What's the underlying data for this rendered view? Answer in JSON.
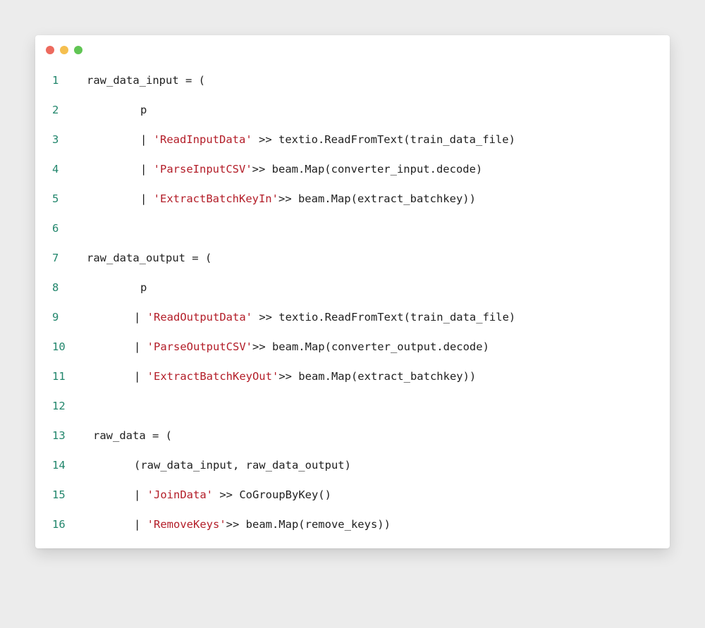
{
  "window": {
    "controls": {
      "close_color": "#ed6a5e",
      "minimize_color": "#f5bf4f",
      "maximize_color": "#61c554"
    }
  },
  "theme": {
    "line_number_color": "#22866c",
    "string_color": "#b31d28",
    "text_color": "#1f1f1f"
  },
  "code": {
    "lines": [
      {
        "number": "1",
        "pre": "raw_data_input = (",
        "str": "",
        "post": ""
      },
      {
        "number": "2",
        "pre": "p",
        "str": "",
        "post": ""
      },
      {
        "number": "3",
        "pre": "| ",
        "str": "'ReadInputData'",
        "post": " >> textio.ReadFromText(train_data_file)"
      },
      {
        "number": "4",
        "pre": "| ",
        "str": "'ParseInputCSV'",
        "post": ">> beam.Map(converter_input.decode)"
      },
      {
        "number": "5",
        "pre": "| ",
        "str": "'ExtractBatchKeyIn'",
        "post": ">> beam.Map(extract_batchkey))"
      },
      {
        "number": "6",
        "pre": "",
        "str": "",
        "post": ""
      },
      {
        "number": "7",
        "pre": "raw_data_output = (",
        "str": "",
        "post": ""
      },
      {
        "number": "8",
        "pre": "p",
        "str": "",
        "post": ""
      },
      {
        "number": "9",
        "pre": "| ",
        "str": "'ReadOutputData'",
        "post": " >> textio.ReadFromText(train_data_file)"
      },
      {
        "number": "10",
        "pre": "| ",
        "str": "'ParseOutputCSV'",
        "post": ">> beam.Map(converter_output.decode)"
      },
      {
        "number": "11",
        "pre": "| ",
        "str": "'ExtractBatchKeyOut'",
        "post": ">> beam.Map(extract_batchkey))"
      },
      {
        "number": "12",
        "pre": "",
        "str": "",
        "post": ""
      },
      {
        "number": "13",
        "pre": "raw_data = (",
        "str": "",
        "post": ""
      },
      {
        "number": "14",
        "pre": "(raw_data_input, raw_data_output)",
        "str": "",
        "post": ""
      },
      {
        "number": "15",
        "pre": "| ",
        "str": "'JoinData'",
        "post": " >> CoGroupByKey()"
      },
      {
        "number": "16",
        "pre": "| ",
        "str": "'RemoveKeys'",
        "post": ">> beam.Map(remove_keys))"
      }
    ]
  }
}
